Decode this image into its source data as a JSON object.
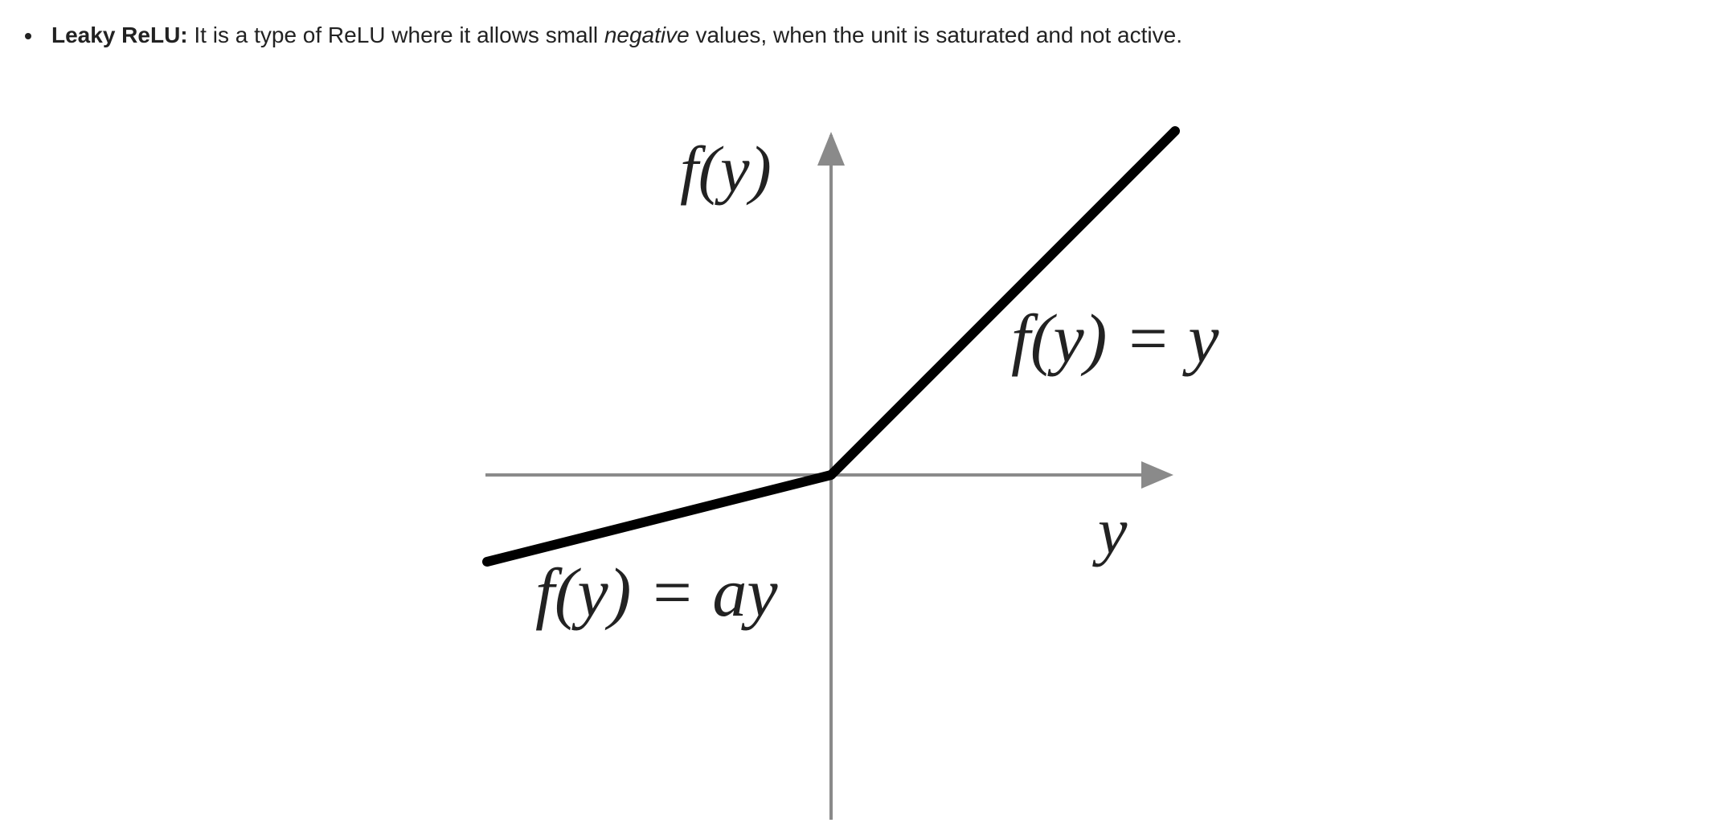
{
  "bullet": {
    "term": "Leaky ReLU:",
    "text_before": " It is a type of ReLU where it allows small ",
    "emphasis": "negative",
    "text_after": " values, when the unit is saturated and not active."
  },
  "figure": {
    "y_axis_label": "f(y)",
    "x_axis_label": "y",
    "positive_label": "f(y) = y",
    "negative_label": "f(y) = ay",
    "colors": {
      "axes": "#8a8a8a",
      "curve": "#000000",
      "text": "#222222"
    }
  }
}
